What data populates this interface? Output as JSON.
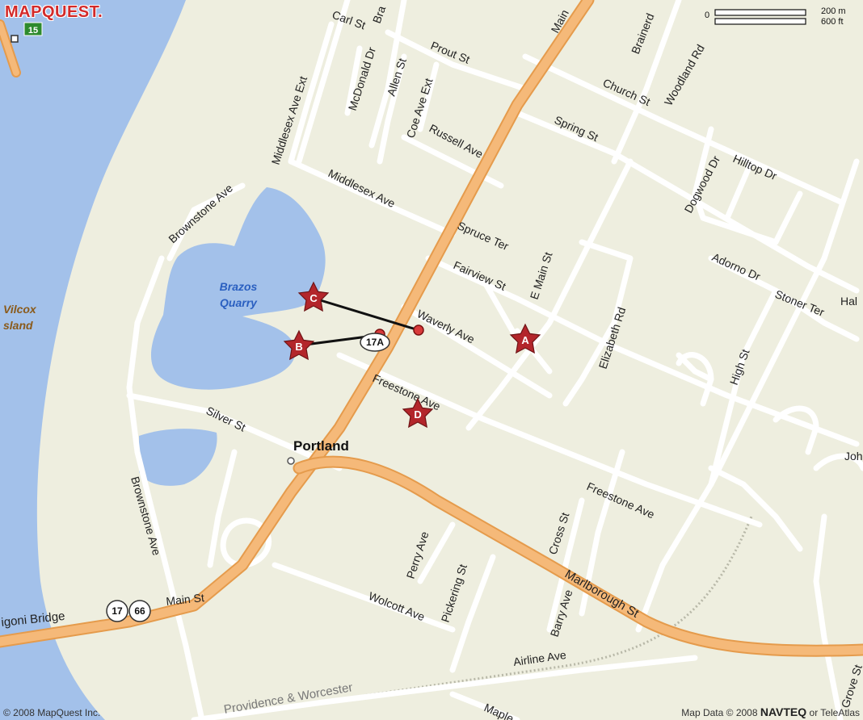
{
  "brand": {
    "logo_text": "MAPQUEST."
  },
  "scale": {
    "zero": "0",
    "metric": "200 m",
    "imperial": "600 ft"
  },
  "copyright": {
    "left": "© 2008 MapQuest Inc.",
    "right_prefix": "Map Data © 2008",
    "right_provider": "NAVTEQ",
    "right_suffix": "or TeleAtlas"
  },
  "places": {
    "town": "Portland",
    "quarry_line1": "Brazos",
    "quarry_line2": "Quarry",
    "island_line1": "Vilcox",
    "island_line2": "sland"
  },
  "shields": {
    "route_17": "17",
    "route_66": "66",
    "route_17a": "17A",
    "route_15": "15"
  },
  "roads": {
    "carl": "Carl St",
    "bra": "Bra",
    "main_top": "Main",
    "prout": "Prout St",
    "brainerd": "Brainerd",
    "church": "Church St",
    "woodland": "Woodland Rd",
    "mcdonald": "McDonald Dr",
    "allen": "Allen St",
    "coe": "Coe Ave Ext",
    "russell": "Russell Ave",
    "middlesex_ext": "Middlesex Ave Ext",
    "spring": "Spring St",
    "hilltop": "Hilltop Dr",
    "dogwood": "Dogwood Dr",
    "middlesex": "Middlesex Ave",
    "brownstone": "Brownstone Ave",
    "spruce": "Spruce Ter",
    "e_main": "E Main St",
    "adorno": "Adorno Dr",
    "fairview": "Fairview St",
    "hal": "Hal",
    "stoner": "Stoner Ter",
    "waverly": "Waverly Ave",
    "elizabeth": "Elizabeth Rd",
    "high": "High St",
    "freestone_1": "Freestone Ave",
    "silver": "Silver St",
    "joh": "Joh",
    "brownstone_2": "Brownstone Ave",
    "freestone_2": "Freestone Ave",
    "cross": "Cross St",
    "perry": "Perry Ave",
    "pickering": "Pickering St",
    "marlborough": "Marlborough St",
    "arrigoni": "igoni Bridge",
    "main_st": "Main St",
    "wolcott": "Wolcott Ave",
    "barry": "Barry Ave",
    "airline": "Airline Ave",
    "providence": "Providence & Worcester",
    "maple": "Maple",
    "grove": "Grove St"
  },
  "markers": [
    {
      "letter": "A"
    },
    {
      "letter": "B"
    },
    {
      "letter": "C"
    },
    {
      "letter": "D"
    }
  ],
  "colors": {
    "land": "#eeeedf",
    "water": "#a3c1ea",
    "major_road": "#f5b979",
    "major_road_edge": "#e59b4c",
    "minor_road": "#ffffff",
    "marker": "#b3262b",
    "logo": "#d32a2a"
  }
}
